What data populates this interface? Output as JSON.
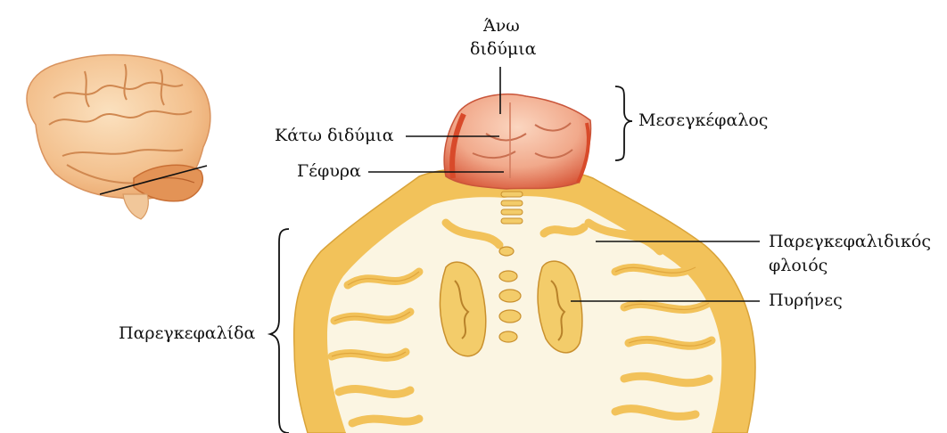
{
  "labels": {
    "upper_colliculi": [
      "Άνω",
      "διδύμια"
    ],
    "midbrain": "Μεσεγκέφαλος",
    "lower_colliculi": "Κάτω διδύμια",
    "pons": "Γέφυρα",
    "cerebellar_cortex": [
      "Παρεγκεφαλιδικός",
      "φλοιός"
    ],
    "nuclei": "Πυρήνες",
    "cerebellum": "Παρεγκεφαλίδα"
  },
  "colors": {
    "cortex_yellow": "#f2c25a",
    "white_matter": "#fbf5e2",
    "midbrain_orange": "#e9856a",
    "brain_peach": "#f5c89a",
    "line": "#111111"
  }
}
